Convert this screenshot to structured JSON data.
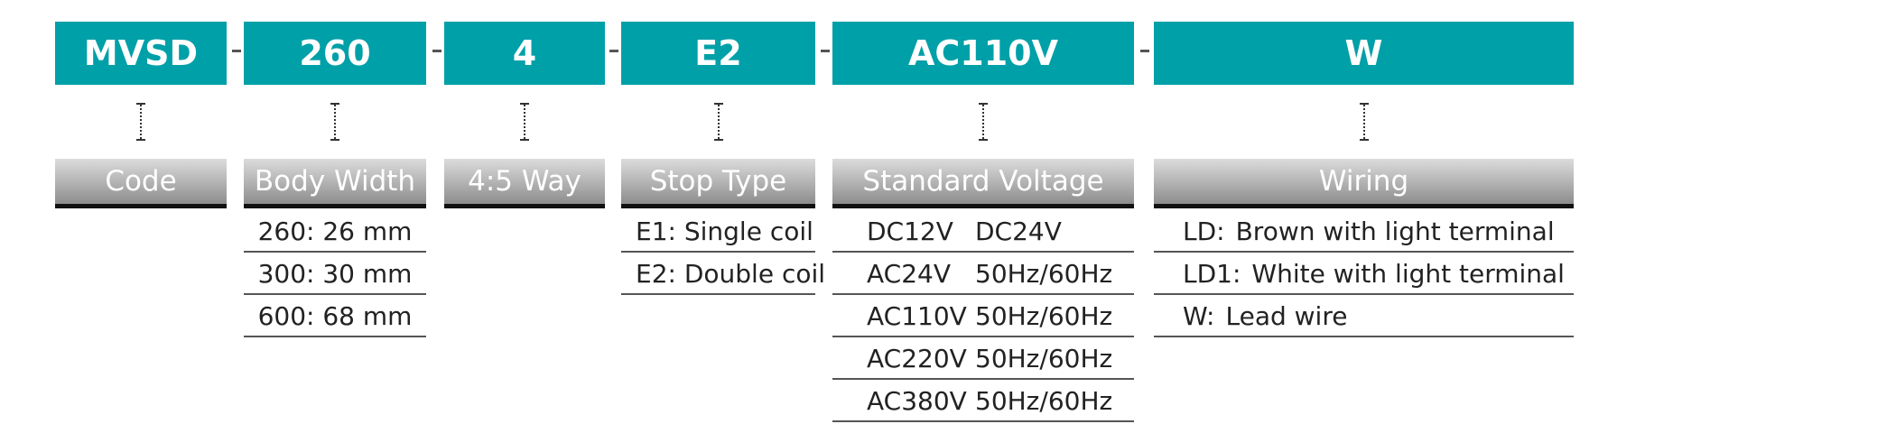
{
  "colors": {
    "code_bg": "#00a0a8",
    "header_gradient_mid": "#b9b9b9",
    "rule": "#111111"
  },
  "separator": "-",
  "columns": [
    {
      "code": "MVSD",
      "header": "Code",
      "options": []
    },
    {
      "code": "260",
      "header": "Body Width",
      "options": [
        "260: 26 mm",
        "300: 30 mm",
        "600: 68 mm"
      ]
    },
    {
      "code": "4",
      "header": "4:5 Way",
      "options": []
    },
    {
      "code": "E2",
      "header": "Stop Type",
      "options": [
        "E1: Single coil",
        "E2: Double coil"
      ]
    },
    {
      "code": "AC110V",
      "header": "Standard Voltage",
      "options": [
        {
          "v": "DC12V",
          "f": "DC24V"
        },
        {
          "v": "AC24V",
          "f": "50Hz/60Hz"
        },
        {
          "v": "AC110V",
          "f": "50Hz/60Hz"
        },
        {
          "v": "AC220V",
          "f": "50Hz/60Hz"
        },
        {
          "v": "AC380V",
          "f": "50Hz/60Hz"
        }
      ]
    },
    {
      "code": "W",
      "header": "Wiring",
      "options": [
        {
          "v": "LD:",
          "f": "Brown with light terminal"
        },
        {
          "v": "LD1:",
          "f": "White with light terminal"
        },
        {
          "v": "W:",
          "f": "Lead wire"
        }
      ]
    }
  ]
}
